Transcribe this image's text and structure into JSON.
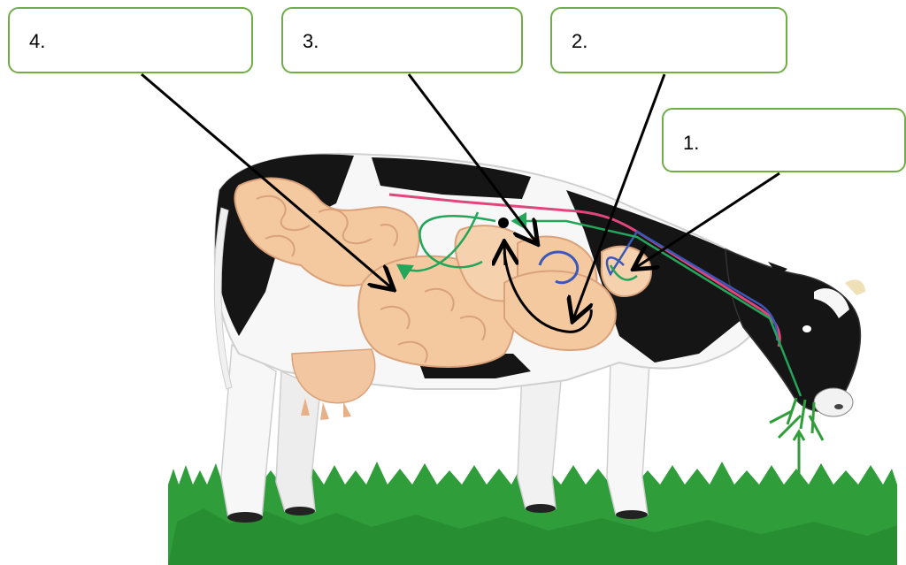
{
  "labels": [
    {
      "id": "4",
      "text": "4."
    },
    {
      "id": "3",
      "text": "3."
    },
    {
      "id": "2",
      "text": "2."
    },
    {
      "id": "1",
      "text": "1."
    }
  ],
  "colors": {
    "box_border": "#70ad47",
    "grass": "#2f9e3a",
    "grass_dark": "#1f7a2b",
    "intestine": "#f4c9a0",
    "intestine_edge": "#d9a27a",
    "cow_black": "#151515",
    "cow_white": "#f7f7f7",
    "udder": "#f2c6a0",
    "path_green": "#23a55a",
    "path_pink": "#e0457b",
    "path_blue": "#3b58b8",
    "arrow": "#000000"
  }
}
